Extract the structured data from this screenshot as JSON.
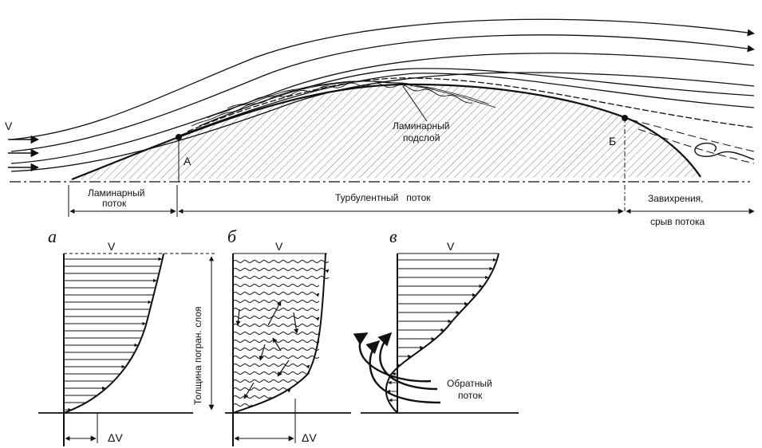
{
  "top": {
    "velocity_label": "V",
    "point_a": "A",
    "point_b": "Б",
    "laminar_sublayer_line1": "Ламинарный",
    "laminar_sublayer_line2": "подслой",
    "laminar_flow_line1": "Ламинарный",
    "laminar_flow_line2": "поток",
    "turbulent_flow": "Турбулентный   поток",
    "separation_line1": "Завихрения,",
    "separation_line2": "срыв потока"
  },
  "profiles": {
    "a": {
      "letter": "а",
      "v_label": "V",
      "dv_label": "ΔV"
    },
    "b": {
      "letter": "б",
      "v_label": "V",
      "dv_label": "ΔV"
    },
    "c": {
      "letter": "в",
      "v_label": "V",
      "reverse_line1": "Обратный",
      "reverse_line2": "поток"
    }
  },
  "boundary_layer_thickness": "Толщина погран. слоя",
  "colors": {
    "ink": "#111111",
    "background": "#ffffff"
  }
}
